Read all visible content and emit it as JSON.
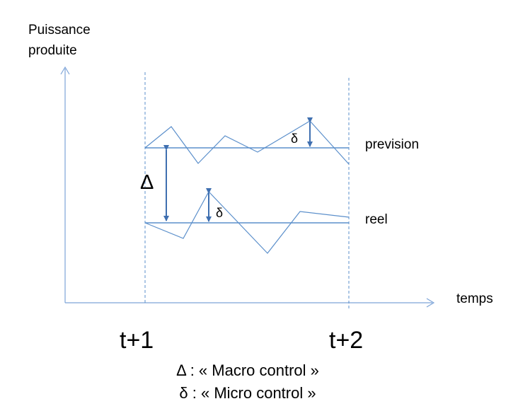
{
  "axes": {
    "y_label_lines": [
      "Puissance",
      "produite"
    ],
    "x_label": "temps"
  },
  "time_marks": [
    "t+1",
    "t+2"
  ],
  "lines": {
    "forecast_label": "prevision",
    "actual_label": "reel"
  },
  "deltas": {
    "macro_symbol": "Δ",
    "micro_symbol": "δ"
  },
  "legend": [
    "Δ : « Macro control »",
    "δ : « Micro control »"
  ],
  "colors": {
    "line": "#5b8fcb",
    "arrow": "#3f6fb0",
    "axis": "#7da4d8",
    "text": "#000000"
  }
}
